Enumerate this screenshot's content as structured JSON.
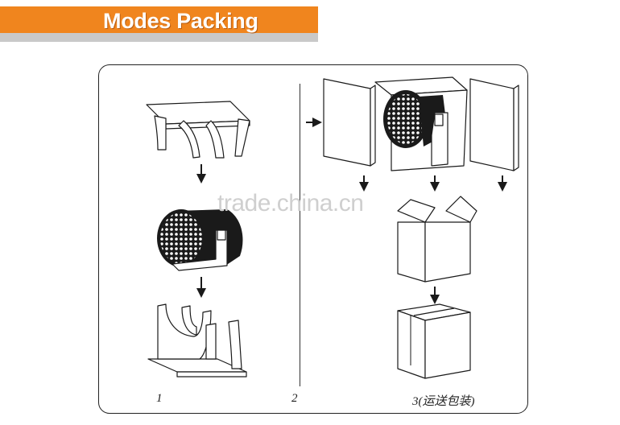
{
  "header": {
    "title": "Modes Packing"
  },
  "steps": [
    {
      "label": "1"
    },
    {
      "label": "2"
    },
    {
      "label": "3(运送包装)"
    }
  ],
  "watermark": "trade.china.cn",
  "colors": {
    "banner": "#f0851e",
    "strip": "#c9c9c9"
  }
}
